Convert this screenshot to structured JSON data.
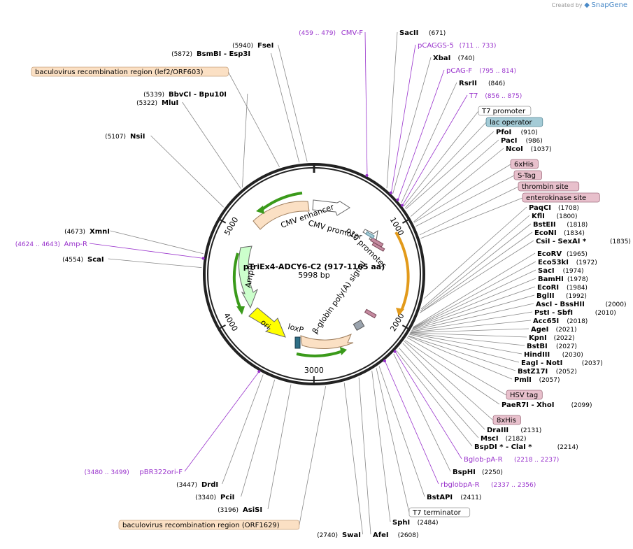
{
  "credit": {
    "prefix": "Created by",
    "brand": "SnapGene"
  },
  "plasmid": {
    "name": "pTriEx4-ADCY6-C2 (917-1165 aa)",
    "size_label": "5998 bp",
    "length": 5998
  },
  "ticks": [
    "1000",
    "2000",
    "3000",
    "4000",
    "5000"
  ],
  "enzymes": [
    {
      "name": "SacII",
      "pos": "(671)",
      "site": 671,
      "side": "right"
    },
    {
      "name": "XbaI",
      "pos": "(740)",
      "site": 740,
      "side": "right"
    },
    {
      "name": "RsrII",
      "pos": "(846)",
      "site": 846,
      "side": "right"
    },
    {
      "name": "PfoI",
      "pos": "(910)",
      "site": 910,
      "side": "right"
    },
    {
      "name": "PacI",
      "pos": "(986)",
      "site": 986,
      "side": "right"
    },
    {
      "name": "NcoI",
      "pos": "(1037)",
      "site": 1037,
      "side": "right"
    },
    {
      "name": "PaqCI",
      "pos": "(1708)",
      "site": 1708,
      "side": "right"
    },
    {
      "name": "KflI",
      "pos": "(1800)",
      "site": 1800,
      "side": "right"
    },
    {
      "name": "BstEII",
      "pos": "(1818)",
      "site": 1818,
      "side": "right"
    },
    {
      "name": "EcoNI",
      "pos": "(1834)",
      "site": 1834,
      "side": "right"
    },
    {
      "name": "CsiI  - SexAI *",
      "pos": "(1835)",
      "site": 1835,
      "side": "right"
    },
    {
      "name": "EcoRV",
      "pos": "(1965)",
      "site": 1965,
      "side": "right"
    },
    {
      "name": "Eco53kI",
      "pos": "(1972)",
      "site": 1972,
      "side": "right"
    },
    {
      "name": "SacI",
      "pos": "(1974)",
      "site": 1974,
      "side": "right"
    },
    {
      "name": "BamHI",
      "pos": "(1978)",
      "site": 1978,
      "side": "right"
    },
    {
      "name": "EcoRI",
      "pos": "(1984)",
      "site": 1984,
      "side": "right"
    },
    {
      "name": "BglII",
      "pos": "(1992)",
      "site": 1992,
      "side": "right"
    },
    {
      "name": "AscI  - BssHII",
      "pos": "(2000)",
      "site": 2000,
      "side": "right"
    },
    {
      "name": "PstI  - SbfI",
      "pos": "(2010)",
      "site": 2010,
      "side": "right"
    },
    {
      "name": "Acc65I",
      "pos": "(2018)",
      "site": 2018,
      "side": "right"
    },
    {
      "name": "AgeI",
      "pos": "(2021)",
      "site": 2021,
      "side": "right"
    },
    {
      "name": "KpnI",
      "pos": "(2022)",
      "site": 2022,
      "side": "right"
    },
    {
      "name": "BstBI",
      "pos": "(2027)",
      "site": 2027,
      "side": "right"
    },
    {
      "name": "HindIII",
      "pos": "(2030)",
      "site": 2030,
      "side": "right"
    },
    {
      "name": "EagI  - NotI",
      "pos": "(2037)",
      "site": 2037,
      "side": "right"
    },
    {
      "name": "BstZ17I",
      "pos": "(2052)",
      "site": 2052,
      "side": "right"
    },
    {
      "name": "PmlI",
      "pos": "(2057)",
      "site": 2057,
      "side": "right"
    },
    {
      "name": "PaeR7I  - XhoI",
      "pos": "(2099)",
      "site": 2099,
      "side": "right"
    },
    {
      "name": "DraIII",
      "pos": "(2131)",
      "site": 2131,
      "side": "right"
    },
    {
      "name": "MscI",
      "pos": "(2182)",
      "site": 2182,
      "side": "right"
    },
    {
      "name": "BspDI *  - ClaI *",
      "pos": "(2214)",
      "site": 2214,
      "side": "right"
    },
    {
      "name": "BspHI",
      "pos": "(2250)",
      "site": 2250,
      "side": "right"
    },
    {
      "name": "BstAPI",
      "pos": "(2411)",
      "site": 2411,
      "side": "right"
    },
    {
      "name": "SphI",
      "pos": "(2484)",
      "site": 2484,
      "side": "right"
    },
    {
      "name": "AfeI",
      "pos": "(2608)",
      "site": 2608,
      "side": "right"
    },
    {
      "name": "SwaI",
      "pos": "(2740)",
      "site": 2740,
      "side": "left"
    },
    {
      "name": "AsiSI",
      "pos": "(3196)",
      "site": 3196,
      "side": "left"
    },
    {
      "name": "PciI",
      "pos": "(3340)",
      "site": 3340,
      "side": "left"
    },
    {
      "name": "DrdI",
      "pos": "(3447)",
      "site": 3447,
      "side": "left"
    },
    {
      "name": "ScaI",
      "pos": "(4554)",
      "site": 4554,
      "side": "left"
    },
    {
      "name": "XmnI",
      "pos": "(4673)",
      "site": 4673,
      "side": "left"
    },
    {
      "name": "NsiI",
      "pos": "(5107)",
      "site": 5107,
      "side": "left"
    },
    {
      "name": "MluI",
      "pos": "(5322)",
      "site": 5322,
      "side": "left"
    },
    {
      "name": "BbvCI    - Bpu10I",
      "pos": "(5339)",
      "site": 5339,
      "side": "left"
    },
    {
      "name": "BsmBI    - Esp3I",
      "pos": "(5872)",
      "site": 5872,
      "side": "left"
    },
    {
      "name": "FseI",
      "pos": "(5940)",
      "site": 5940,
      "side": "left"
    }
  ],
  "primers": [
    {
      "name": "CMV-F",
      "range": "(459 .. 479)",
      "site": 469,
      "side": "left"
    },
    {
      "name": "pCAGGS-5",
      "range": "(711 .. 733)",
      "site": 722,
      "side": "right"
    },
    {
      "name": "pCAG-F",
      "range": "(795 .. 814)",
      "site": 805,
      "side": "right"
    },
    {
      "name": "T7",
      "range": "(856 .. 875)",
      "site": 866,
      "side": "right"
    },
    {
      "name": "Bglob-pA-R",
      "range": "(2218 .. 2237)",
      "site": 2228,
      "side": "right"
    },
    {
      "name": "rbglobpA-R",
      "range": "(2337 .. 2356)",
      "site": 2347,
      "side": "right"
    },
    {
      "name": "pBR322ori-F",
      "range": "(3480 .. 3499)",
      "site": 3490,
      "side": "left"
    },
    {
      "name": "Amp-R",
      "range": "(4624 .. 4643)",
      "site": 4634,
      "side": "left"
    }
  ],
  "boxed_features": [
    {
      "label": "baculovirus recombination region (lef2/ORF603)",
      "site": 5700,
      "fill": "#fbe0c4",
      "stroke": "#c9a27d"
    },
    {
      "label": "T7 promoter",
      "site": 880,
      "fill": "#ffffff",
      "stroke": "#999999"
    },
    {
      "label": "lac operator",
      "site": 900,
      "fill": "#a4cbd6",
      "stroke": "#5a8a99"
    },
    {
      "label": "6xHis",
      "site": 1045,
      "fill": "#e8c0cc",
      "stroke": "#a07080"
    },
    {
      "label": "S-Tag",
      "site": 1080,
      "fill": "#e8c0cc",
      "stroke": "#a07080"
    },
    {
      "label": "thrombin site",
      "site": 1160,
      "fill": "#e8c0cc",
      "stroke": "#a07080"
    },
    {
      "label": "enterokinase site",
      "site": 1190,
      "fill": "#e8c0cc",
      "stroke": "#a07080"
    },
    {
      "label": "HSV tag",
      "site": 2070,
      "fill": "#e8c0cc",
      "stroke": "#a07080"
    },
    {
      "label": "8xHis",
      "site": 2110,
      "fill": "#e8c0cc",
      "stroke": "#a07080"
    },
    {
      "label": "T7 terminator",
      "site": 2440,
      "fill": "#ffffff",
      "stroke": "#999999"
    },
    {
      "label": "baculovirus recombination region (ORF1629)",
      "site": 2900,
      "fill": "#fbe0c4",
      "stroke": "#c9a27d"
    }
  ],
  "features": [
    {
      "label": "CMV enhancer",
      "color": "#fbe0c4",
      "stroke": "#a08060"
    },
    {
      "label": "CMV promoter",
      "color": "#ffffff",
      "stroke": "#666666"
    },
    {
      "label": "p10 promoter",
      "color": "#ffffff",
      "stroke": "#666666"
    },
    {
      "label": "AmpR",
      "color": "#ccffcc",
      "stroke": "#666666"
    },
    {
      "label": "ori",
      "color": "#ffff00",
      "stroke": "#666666"
    },
    {
      "label": "loxP",
      "color": "#2e6f86",
      "stroke": "#1a3a4a"
    },
    {
      "label": "β-globin poly(A) signal",
      "color": "#fbe0c4",
      "stroke": "#a08060"
    }
  ],
  "orf_arrows": [
    {
      "name": "green-orf-top",
      "color": "#3a9a1a"
    },
    {
      "name": "green-orf-left",
      "color": "#3a9a1a"
    },
    {
      "name": "green-orf-bottom",
      "color": "#3a9a1a"
    },
    {
      "name": "orange-orf-right",
      "color": "#e29a1a"
    }
  ]
}
